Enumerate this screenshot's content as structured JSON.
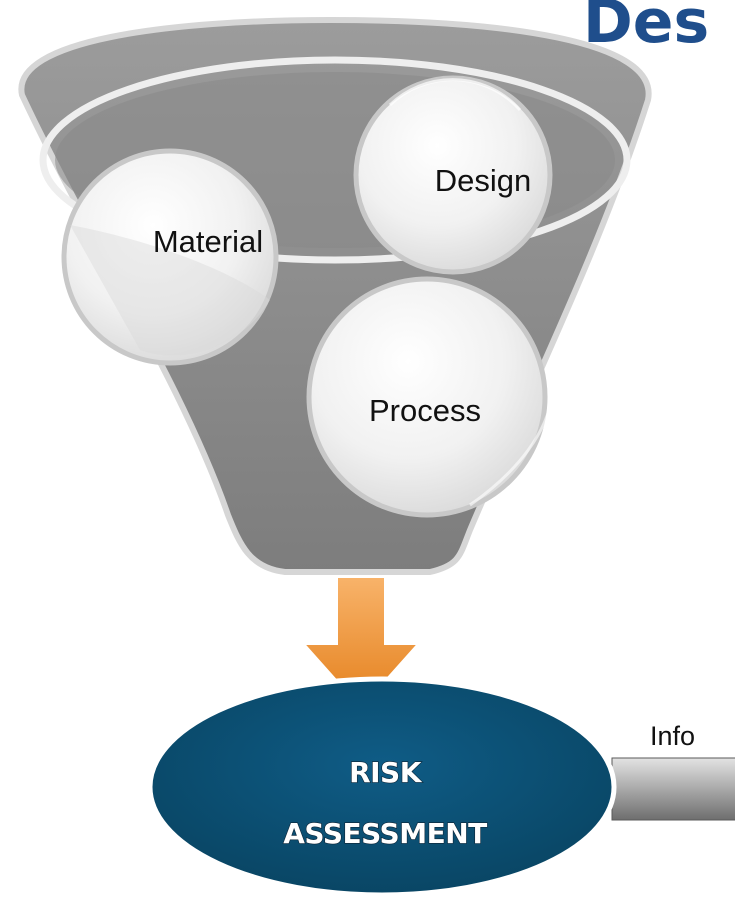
{
  "title_fragment": "Des",
  "info_fragment": "Info",
  "funnel": {
    "inputs": [
      {
        "id": "material",
        "label": "Material"
      },
      {
        "id": "design",
        "label": "Design"
      },
      {
        "id": "process",
        "label": "Process"
      }
    ]
  },
  "output": {
    "line1": "RISK",
    "line2": "ASSESSMENT"
  },
  "colors": {
    "funnel": "#8a8a8a",
    "arrow": "#f0922e",
    "ellipse": "#0b4f75",
    "title": "#1f4e8c"
  },
  "icons": {
    "arrow": "arrow-down-icon",
    "connector": "connector-bar-icon"
  }
}
